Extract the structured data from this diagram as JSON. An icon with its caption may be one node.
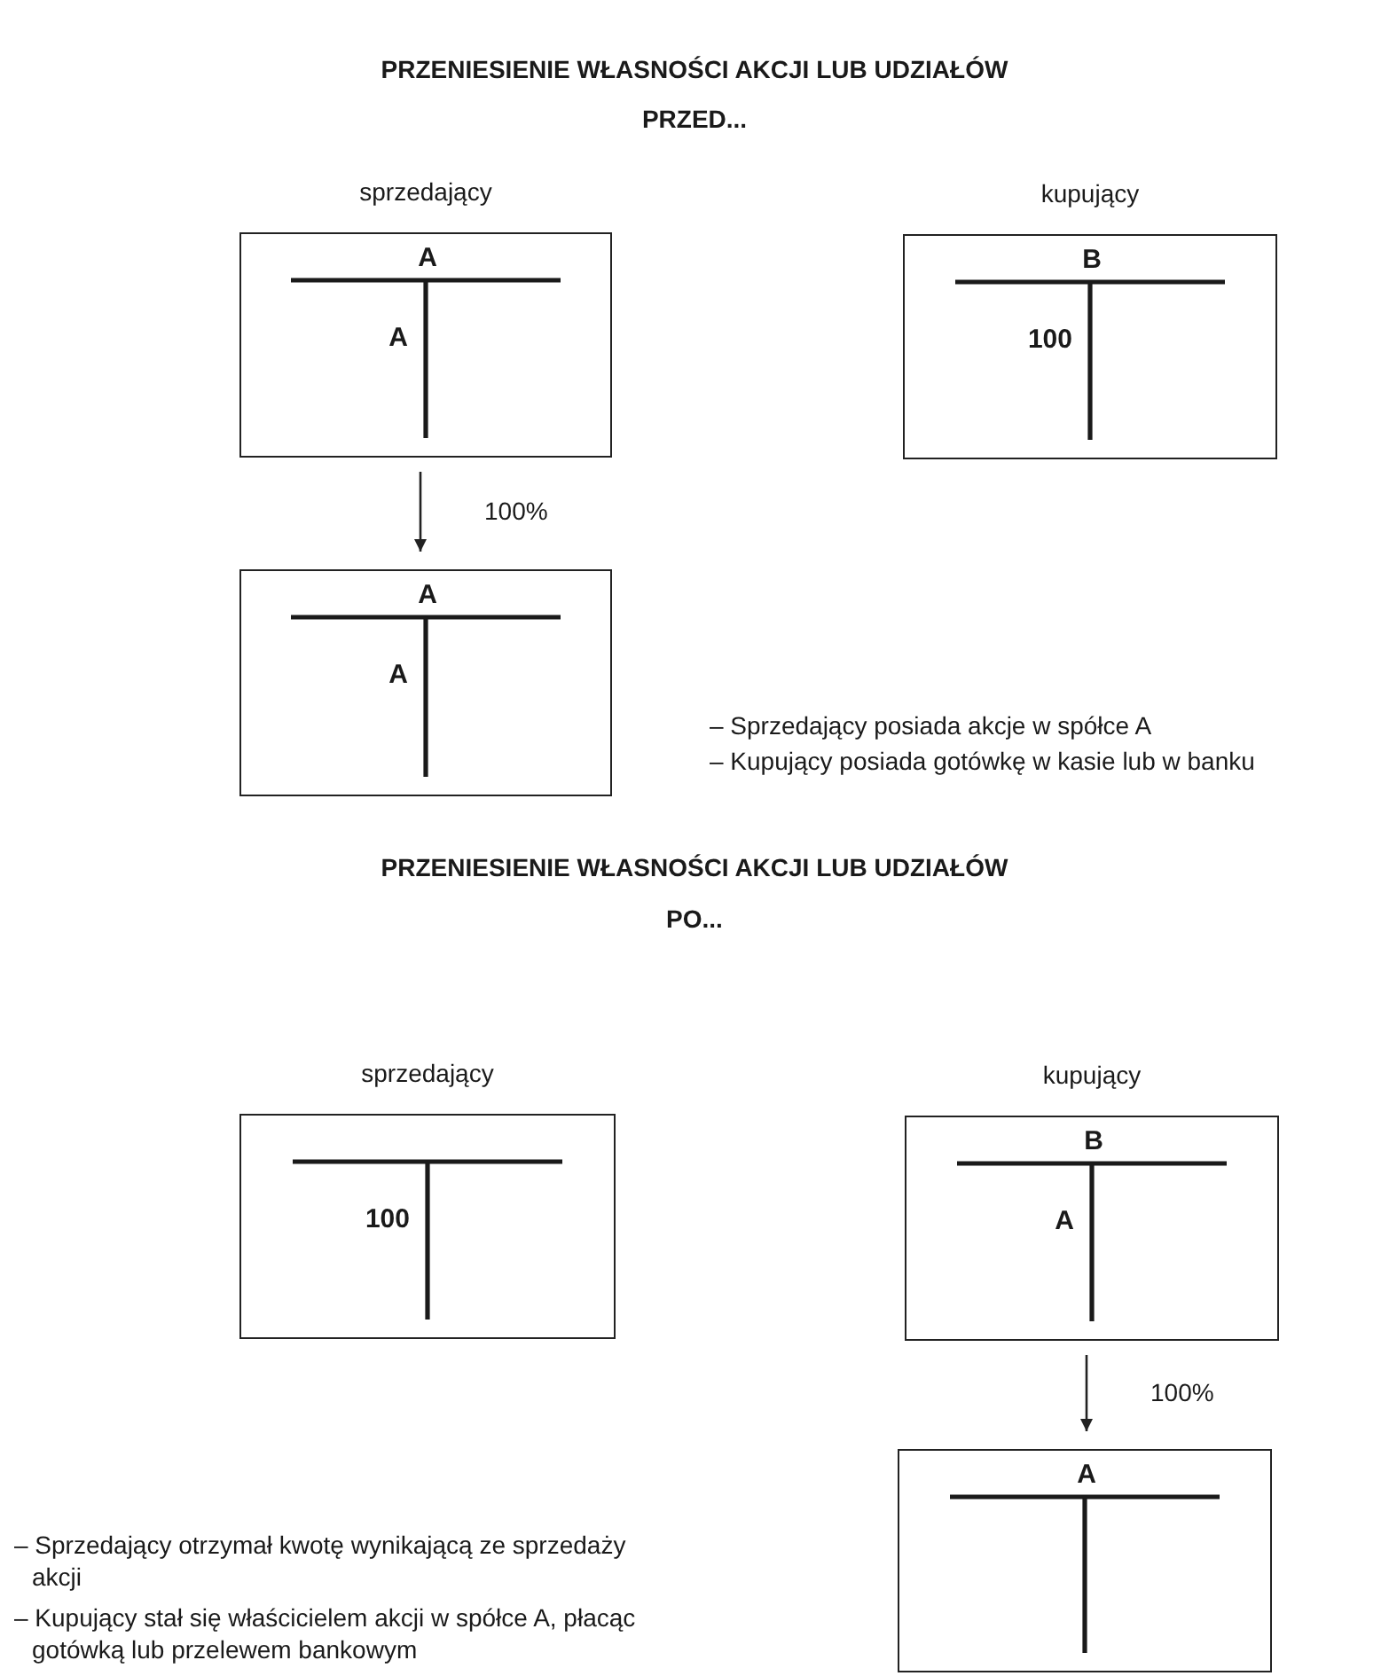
{
  "diagram": {
    "nodes": [
      {
        "text": [
          "A",
          "A"
        ],
        "beside": [
          "sprzedający"
        ]
      },
      {
        "text": [
          "B",
          "100"
        ],
        "beside": [
          "kupujący"
        ]
      },
      {
        "text": [
          "A",
          "A"
        ]
      },
      {
        "text": [
          "100"
        ],
        "beside": [
          "sprzedający"
        ]
      },
      {
        "text": [
          "B",
          "A"
        ],
        "beside": [
          "kupujący"
        ]
      },
      {
        "text": [
          "A"
        ]
      }
    ],
    "edges": [
      {
        "from": 0,
        "to": 2,
        "arrow": "to",
        "label": "100%"
      },
      {
        "from": 4,
        "to": 5,
        "arrow": "to",
        "label": "100%"
      }
    ],
    "labels": [
      "PRZENIESIENIE WŁASNOŚCI AKCJI LUB UDZIAŁÓW",
      "PRZED...",
      "– Sprzedający posiada akcje w spółce A",
      "– Kupujący posiada gotówkę w kasie lub w banku",
      "PRZENIESIENIE WŁASNOŚCI AKCJI LUB UDZIAŁÓW",
      "PO...",
      "– Sprzedający otrzymał kwotę wynikającą ze sprzedaży akcji",
      "– Kupujący stał się właścicielem akcji w spółce A, płacąc gotówką lub przelewem bankowym"
    ]
  }
}
